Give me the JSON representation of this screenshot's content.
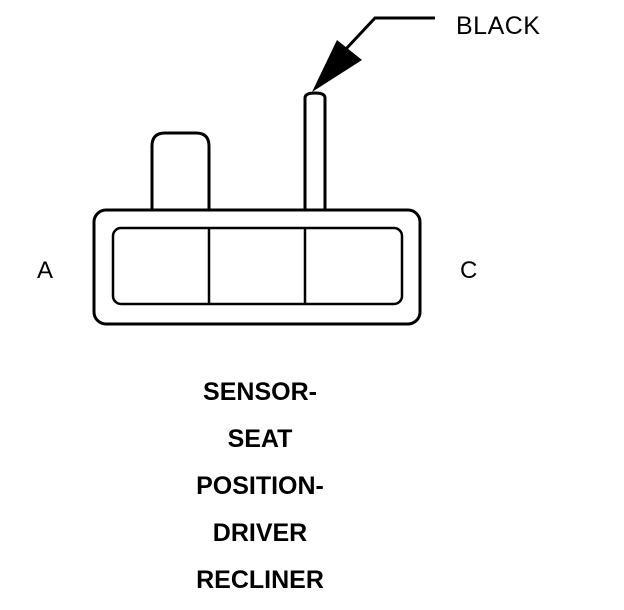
{
  "wire_color_label": "BLACK",
  "pin_labels": {
    "left": "A",
    "right": "C"
  },
  "component_name_lines": [
    "SENSOR-",
    "SEAT",
    "POSITION-",
    "DRIVER",
    "RECLINER"
  ]
}
